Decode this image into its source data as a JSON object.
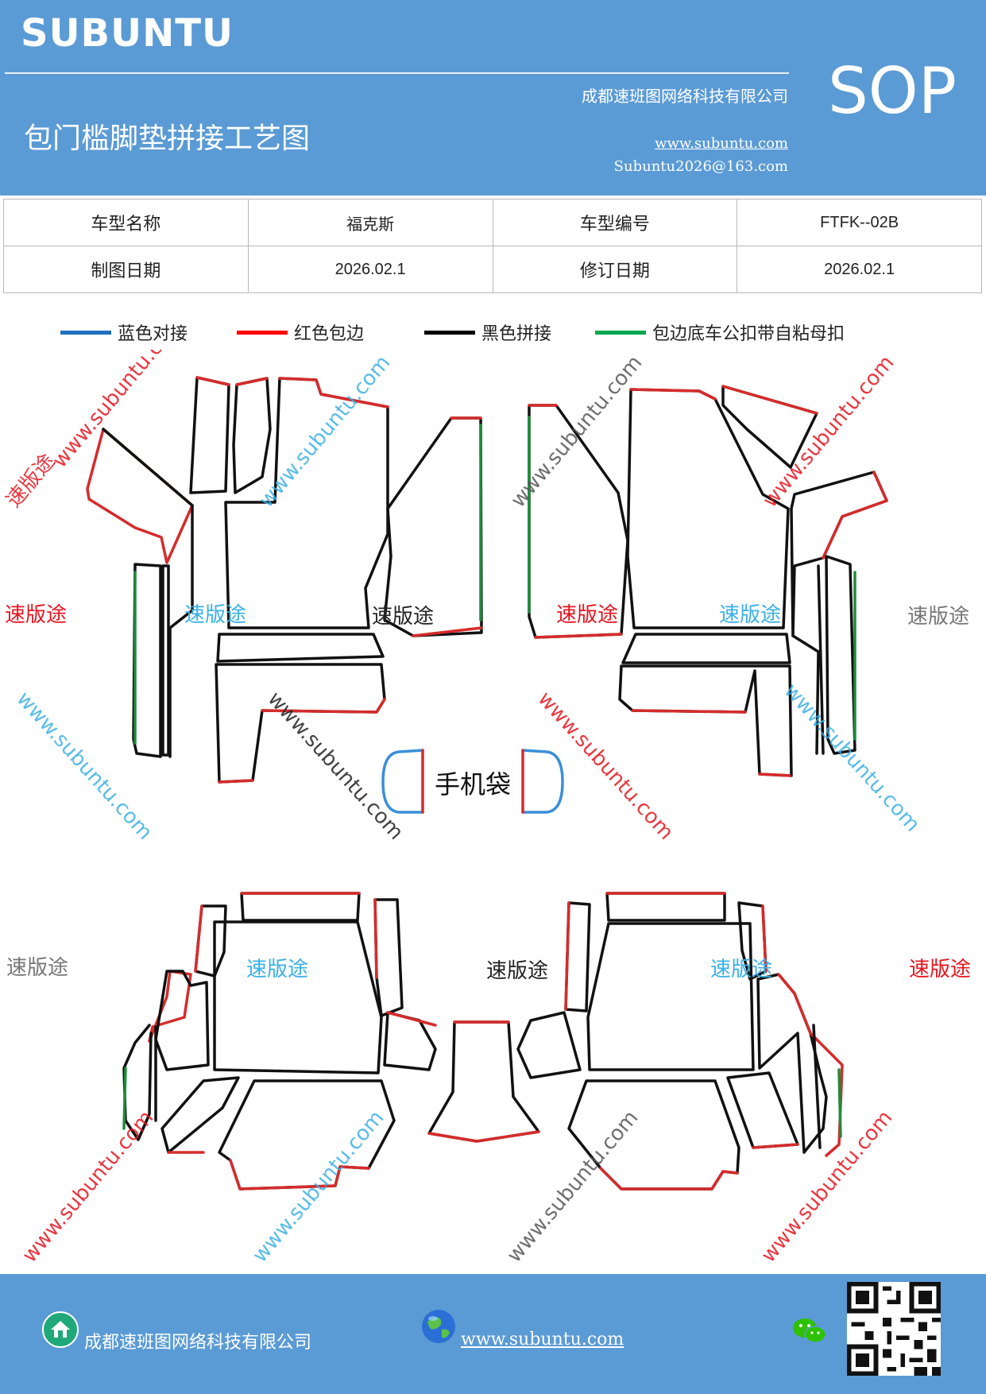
{
  "header": {
    "brand": "SUBUNTU",
    "title": "包门槛脚垫拼接工艺图",
    "company": "成都速班图网络科技有限公司",
    "website": "www.subuntu.com",
    "email": "Subuntu2026@163.com",
    "badge": "SOP"
  },
  "info_table": {
    "rows": [
      [
        "车型名称",
        "福克斯",
        "车型编号",
        "FTFK--02B"
      ],
      [
        "制图日期",
        "2026.02.1",
        "修订日期",
        "2026.02.1"
      ]
    ]
  },
  "legend": [
    {
      "label": "蓝色对接",
      "color": "#1f6fc0"
    },
    {
      "label": "红色包边",
      "color": "#ff0000"
    },
    {
      "label": "黑色拼接",
      "color": "#000000"
    },
    {
      "label": "包边底车公扣带自粘母扣",
      "color": "#00a650"
    }
  ],
  "diagram": {
    "phone_pocket_label": "手机袋",
    "watermark_brand": "速版途",
    "watermark_url": "www.subuntu.com"
  },
  "footer": {
    "company": "成都速班图网络科技有限公司",
    "website": "www.subuntu.com"
  },
  "colors": {
    "header_bg": "#5b9bd5",
    "edge_red": "#d62b2b",
    "edge_black": "#111111",
    "edge_green": "#1e8c3a",
    "edge_blue": "#3a8fd8"
  }
}
